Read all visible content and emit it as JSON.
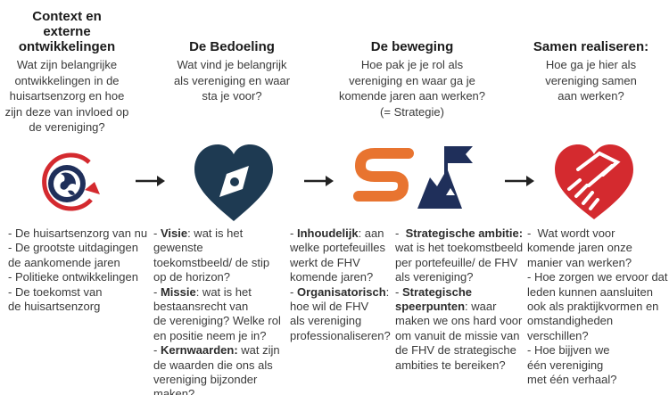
{
  "colors": {
    "red": "#d42a2f",
    "navy": "#1f2f5a",
    "slate": "#1e3a52",
    "orange": "#e87430",
    "text": "#3a3a3a"
  },
  "columns": [
    {
      "heading": [
        "Context en",
        "externe",
        "ontwikkelingen"
      ],
      "question": [
        "Wat zijn belangrijke",
        "ontwikkelingen in de",
        "huisartsenzorg en hoe",
        "zijn deze van invloed op",
        "de vereniging?"
      ],
      "icon": "globe-refresh-icon"
    },
    {
      "heading": [
        "De Bedoeling"
      ],
      "question": [
        "Wat vind je belangrijk",
        "als vereniging en waar",
        "sta je voor?"
      ],
      "icon": "heart-compass-icon"
    },
    {
      "heading": [
        "De beweging"
      ],
      "question": [
        "Hoe pak je je rol als",
        "vereniging en waar ga je",
        "komende jaren aan werken?",
        "(= Strategie)"
      ],
      "icon": "strategy-mountain-flag-icon"
    },
    {
      "heading": [
        "Samen realiseren:"
      ],
      "question": [
        "Hoe ga je hier als",
        "vereniging samen",
        "aan werken?"
      ],
      "icon": "heart-handshake-icon"
    }
  ],
  "details": [
    [
      {
        "b": "",
        "t": "- De huisartsenzorg van nu"
      },
      {
        "b": "",
        "t": "- De grootste uitdagingen"
      },
      {
        "b": "",
        "t": "de aankomende jaren"
      },
      {
        "b": "",
        "t": "- Politieke ontwikkelingen"
      },
      {
        "b": "",
        "t": "- De toekomst van"
      },
      {
        "b": "",
        "t": "de huisartsenzorg"
      }
    ],
    [
      {
        "p": "- ",
        "b": "Visie",
        "t": ": wat is het"
      },
      {
        "b": "",
        "t": "gewenste"
      },
      {
        "b": "",
        "t": "toekomstbeeld/ de stip"
      },
      {
        "b": "",
        "t": "op de horizon?"
      },
      {
        "p": "- ",
        "b": "Missie",
        "t": ": wat is het"
      },
      {
        "b": "",
        "t": "bestaansrecht van"
      },
      {
        "b": "",
        "t": "de vereniging? Welke rol"
      },
      {
        "b": "",
        "t": "en positie neem je in?"
      },
      {
        "p": "- ",
        "b": "Kernwaarden:",
        "t": " wat zijn"
      },
      {
        "b": "",
        "t": "de waarden die ons als"
      },
      {
        "b": "",
        "t": "vereniging bijzonder"
      },
      {
        "b": "",
        "t": "maken?"
      }
    ],
    [
      {
        "p": "- ",
        "b": "Inhoudelijk",
        "t": ": aan"
      },
      {
        "b": "",
        "t": "welke portefeuilles"
      },
      {
        "b": "",
        "t": "werkt de FHV"
      },
      {
        "b": "",
        "t": "komende jaren?"
      },
      {
        "p": "- ",
        "b": "Organisatorisch",
        "t": ":"
      },
      {
        "b": "",
        "t": "hoe wil de FHV"
      },
      {
        "b": "",
        "t": "als vereniging"
      },
      {
        "b": "",
        "t": "professionaliseren?"
      }
    ],
    [
      {
        "p": "-  ",
        "b": "Strategische ambitie:",
        "t": ""
      },
      {
        "b": "",
        "t": "wat is het toekomstbeeld"
      },
      {
        "b": "",
        "t": "per portefeuille/ de FHV"
      },
      {
        "b": "",
        "t": "als vereniging?"
      },
      {
        "p": "- ",
        "b": "Strategische",
        "t": ""
      },
      {
        "b": "speerpunten",
        "t": ": waar"
      },
      {
        "b": "",
        "t": "maken we ons hard voor"
      },
      {
        "b": "",
        "t": "om vanuit de missie van"
      },
      {
        "b": "",
        "t": "de FHV de strategische"
      },
      {
        "b": "",
        "t": "ambities te bereiken?"
      }
    ],
    [
      {
        "b": "",
        "t": "-  Wat wordt voor"
      },
      {
        "b": "",
        "t": "komende jaren onze"
      },
      {
        "b": "",
        "t": "manier van werken?"
      },
      {
        "b": "",
        "t": "- Hoe zorgen we ervoor dat"
      },
      {
        "b": "",
        "t": "leden kunnen aansluiten"
      },
      {
        "b": "",
        "t": "ook als praktijkvormen en"
      },
      {
        "b": "",
        "t": "omstandigheden"
      },
      {
        "b": "",
        "t": "verschillen?"
      },
      {
        "b": "",
        "t": "- Hoe bijjven we"
      },
      {
        "b": "",
        "t": "één vereniging"
      },
      {
        "b": "",
        "t": "met één verhaal?"
      }
    ]
  ]
}
